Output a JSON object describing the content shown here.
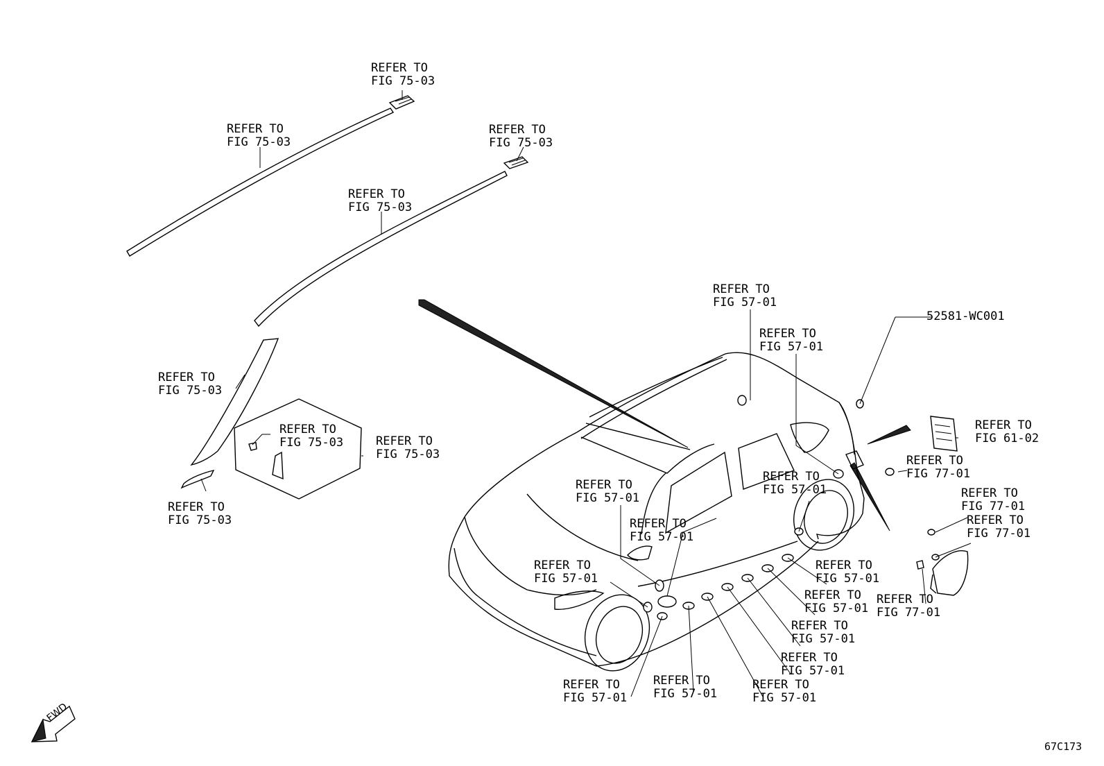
{
  "callouts": [
    {
      "id": "c01",
      "line1": "REFER TO",
      "line2": "FIG 75-03"
    },
    {
      "id": "c02",
      "line1": "REFER TO",
      "line2": "FIG 75-03"
    },
    {
      "id": "c03",
      "line1": "REFER TO",
      "line2": "FIG 75-03"
    },
    {
      "id": "c04",
      "line1": "REFER TO",
      "line2": "FIG 75-03"
    },
    {
      "id": "c05",
      "line1": "REFER TO",
      "line2": "FIG 75-03"
    },
    {
      "id": "c06",
      "line1": "REFER TO",
      "line2": "FIG 75-03"
    },
    {
      "id": "c07",
      "line1": "REFER TO",
      "line2": "FIG 75-03"
    },
    {
      "id": "c08",
      "line1": "REFER TO",
      "line2": "FIG 75-03"
    },
    {
      "id": "c09",
      "line1": "REFER TO",
      "line2": "FIG 57-01"
    },
    {
      "id": "c10",
      "line1": "REFER TO",
      "line2": "FIG 57-01"
    },
    {
      "id": "c11",
      "line1": "REFER TO",
      "line2": "FIG 61-02"
    },
    {
      "id": "c12",
      "line1": "REFER TO",
      "line2": "FIG 77-01"
    },
    {
      "id": "c13",
      "line1": "REFER TO",
      "line2": "FIG 57-01"
    },
    {
      "id": "c14",
      "line1": "REFER TO",
      "line2": "FIG 57-01"
    },
    {
      "id": "c15",
      "line1": "REFER TO",
      "line2": "FIG 57-01"
    },
    {
      "id": "c16",
      "line1": "REFER TO",
      "line2": "FIG 77-01"
    },
    {
      "id": "c17",
      "line1": "REFER TO",
      "line2": "FIG 77-01"
    },
    {
      "id": "c18",
      "line1": "REFER TO",
      "line2": "FIG 57-01"
    },
    {
      "id": "c19",
      "line1": "REFER TO",
      "line2": "FIG 57-01"
    },
    {
      "id": "c20",
      "line1": "REFER TO",
      "line2": "FIG 57-01"
    },
    {
      "id": "c21",
      "line1": "REFER TO",
      "line2": "FIG 77-01"
    },
    {
      "id": "c22",
      "line1": "REFER TO",
      "line2": "FIG 57-01"
    },
    {
      "id": "c23",
      "line1": "REFER TO",
      "line2": "FIG 57-01"
    },
    {
      "id": "c24",
      "line1": "REFER TO",
      "line2": "FIG 57-01"
    },
    {
      "id": "c25",
      "line1": "REFER TO",
      "line2": "FIG 57-01"
    },
    {
      "id": "c26",
      "line1": "REFER TO",
      "line2": "FIG 57-01"
    }
  ],
  "part_number_label": "52581-WC001",
  "fwd_label": "FWD",
  "diagram_code": "67C173",
  "colors": {
    "line": "#000000",
    "background": "#ffffff"
  }
}
